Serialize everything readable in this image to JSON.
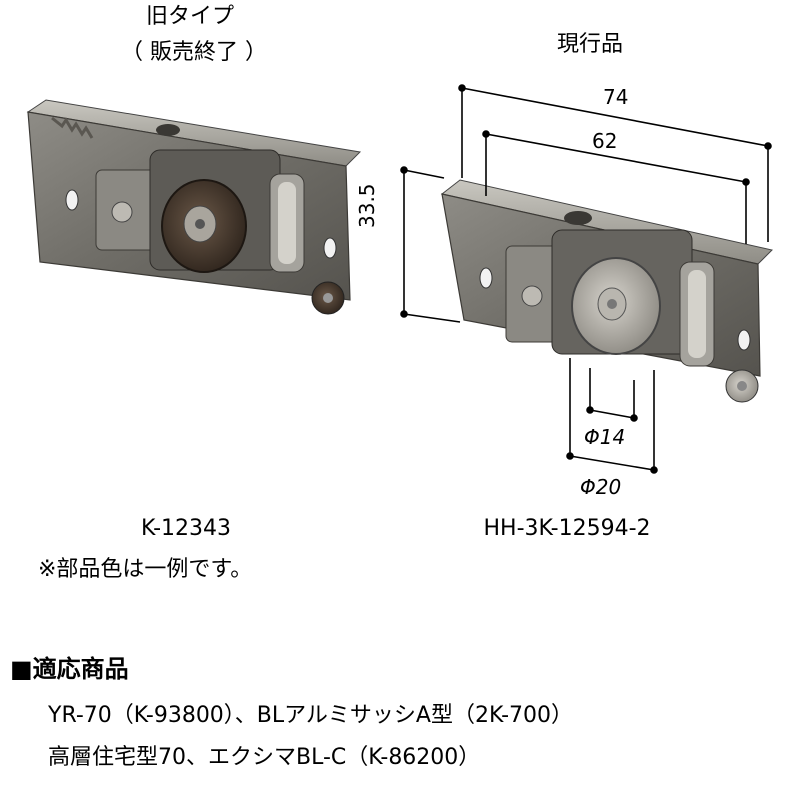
{
  "old_part": {
    "title": "旧タイプ",
    "subtitle": "（ 販売終了 ）",
    "code": "K-12343"
  },
  "new_part": {
    "title": "現行品",
    "code": "HH-3K-12594-2"
  },
  "dimensions": {
    "overall_width": "74",
    "inner_width": "62",
    "height": "33.5",
    "wheel_inner": "Φ14",
    "wheel_outer": "Φ20"
  },
  "note": "※部品色は一例です。",
  "applicable": {
    "heading": "■適応商品",
    "line1": "YR-70（K-93800）、BLアルミサッシA型（2K-700）",
    "line2": "高層住宅型70、エクシマBL-C（K-86200）"
  }
}
